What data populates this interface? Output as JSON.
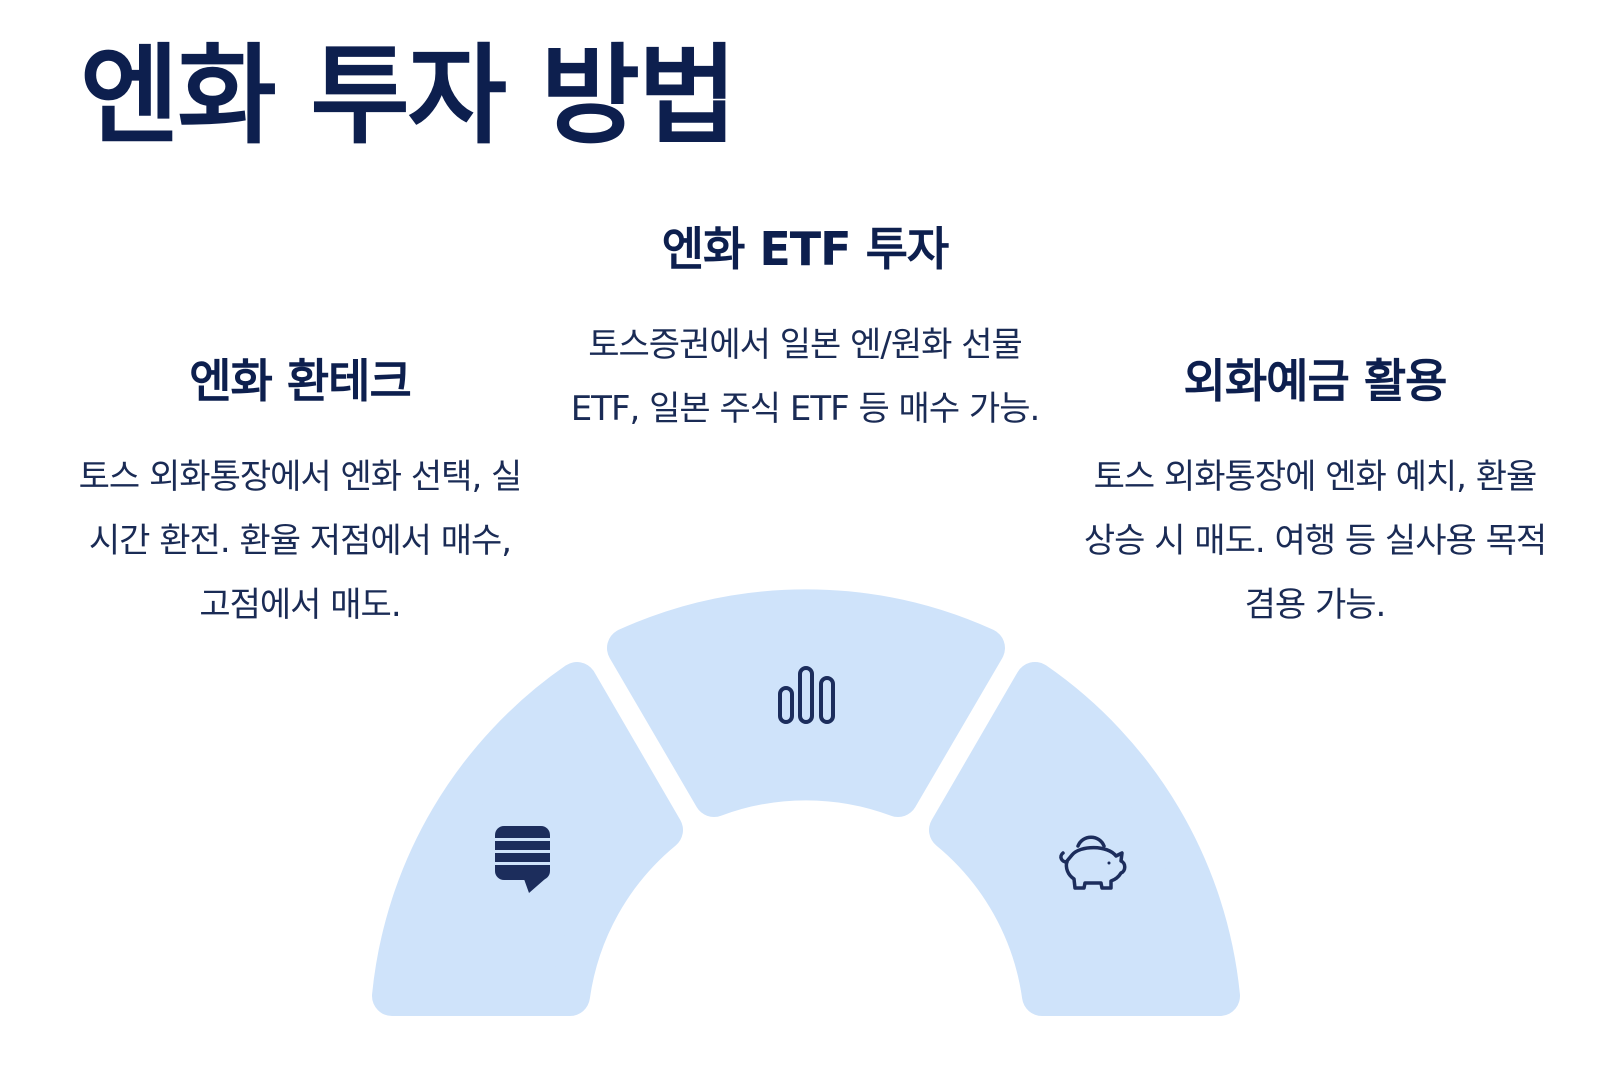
{
  "title": "엔화 투자 방법",
  "methods": [
    {
      "title": "엔화 환테크",
      "description": "토스 외화통장에서 엔화 선택, 실시간 환전. 환율 저점에서 매수, 고점에서 매도.",
      "icon": "stack-chat-icon"
    },
    {
      "title": "엔화 ETF 투자",
      "description": "토스증권에서 일본 엔/원화 선물 ETF, 일본 주식 ETF 등 매수 가능.",
      "icon": "bar-chart-icon"
    },
    {
      "title": "외화예금 활용",
      "description": "토스 외화통장에 엔화 예치, 환율 상승 시 매도. 여행 등 실사용 목적 겸용 가능.",
      "icon": "piggy-bank-icon"
    }
  ],
  "colors": {
    "title": "#0d1f4e",
    "text": "#1a2b55",
    "segment_fill": "#cfe3fa",
    "icon": "#1c2d5c"
  }
}
